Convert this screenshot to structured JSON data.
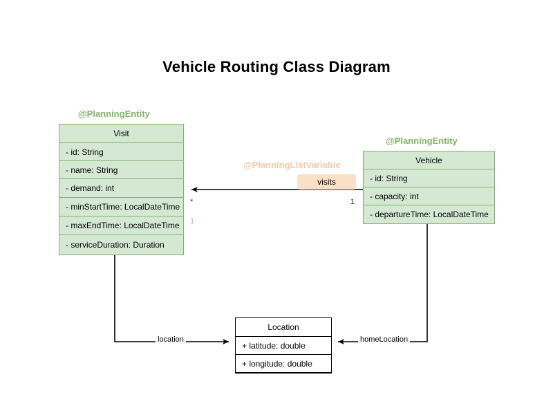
{
  "diagram": {
    "title": "Vehicle Routing Class Diagram",
    "background_color": "#ffffff"
  },
  "colors": {
    "entity_fill": "#d5e8d4",
    "entity_border": "#82b366",
    "stereotype_entity": "#82b366",
    "stereotype_listvariable": "#f3c9a4",
    "badge_fill": "#fbe0c8",
    "plain_fill": "#ffffff",
    "plain_border": "#000000",
    "multiplicity_faded": "#c3a4d4"
  },
  "classes": {
    "visit": {
      "stereotype": "@PlanningEntity",
      "name": "Visit",
      "attributes": [
        "- id: String",
        "- name: String",
        "- demand: int",
        "- minStartTime: LocalDateTime",
        "- maxEndTime: LocalDateTime",
        "- serviceDuration: Duration"
      ]
    },
    "vehicle": {
      "stereotype": "@PlanningEntity",
      "name": "Vehicle",
      "attributes": [
        "- id: String",
        "- capacity: int",
        "- departureTime: LocalDateTime"
      ]
    },
    "location": {
      "name": "Location",
      "attributes": [
        "+ latitude: double",
        "+ longitude: double"
      ]
    }
  },
  "relations": {
    "visits": {
      "stereotype": "@PlanningListVariable",
      "badge_label": "visits",
      "source_multiplicity": "1",
      "target_multiplicity": "*",
      "extra_multiplicity": "1"
    },
    "visit_location": {
      "label": "location"
    },
    "vehicle_home_location": {
      "label": "homeLocation"
    }
  }
}
